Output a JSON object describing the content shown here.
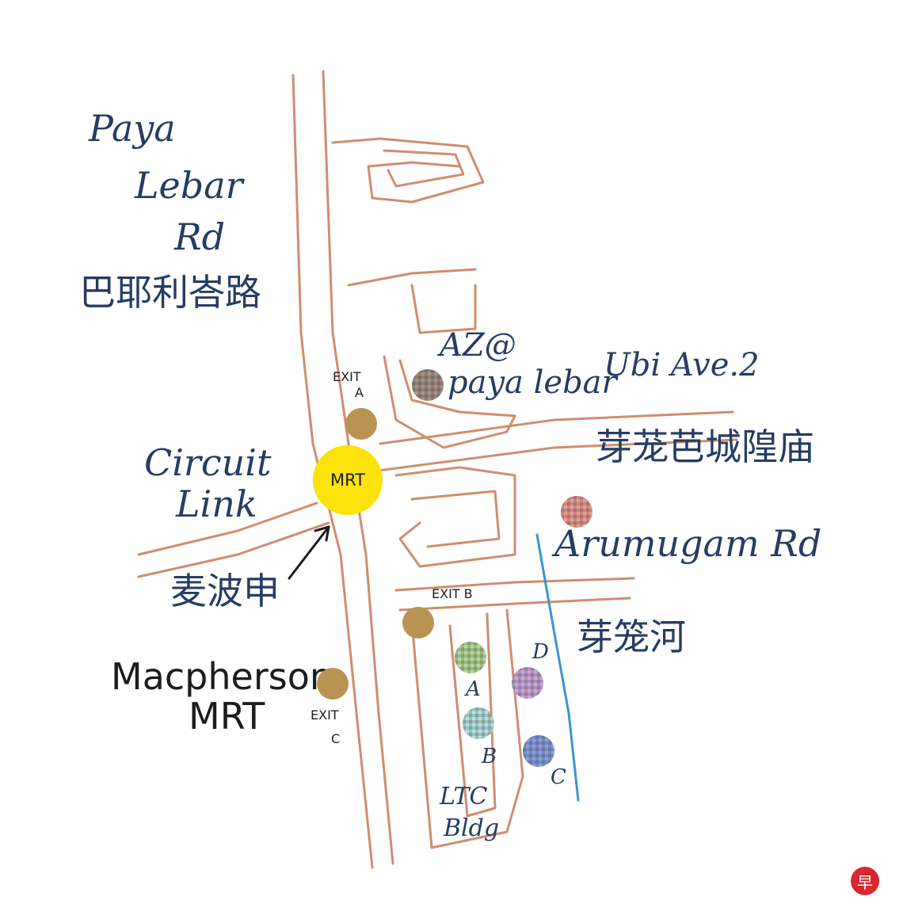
{
  "map": {
    "road_labels": {
      "paya_lebar_rd_en": [
        "Paya",
        "Lebar",
        "Rd"
      ],
      "paya_lebar_rd_cn": "巴耶利峇路",
      "ubi_ave": "Ubi Ave.2",
      "circuit_link": [
        "Circuit",
        "Link"
      ],
      "arumugam_rd": "Arumugam Rd"
    },
    "stations": {
      "mrt_label": "MRT",
      "macpherson_cn": "麦波申",
      "macpherson_en": [
        "Macpherson",
        "MRT"
      ]
    },
    "exits": {
      "exit_a": [
        "EXIT",
        "A"
      ],
      "exit_b": "EXIT B",
      "exit_c": [
        "EXIT",
        "C"
      ]
    },
    "places": {
      "az_paya_lebar": [
        "AZ@",
        "paya lebar"
      ],
      "temple_cn": "芽茏芭城隍庙",
      "river_cn": "芽笼河",
      "ltc_bldg": [
        "LTC",
        "Bldg"
      ],
      "blocks": [
        "A",
        "B",
        "C",
        "D"
      ]
    },
    "logo_text": "早",
    "colors": {
      "road": "#c77a56",
      "river": "#3d94cc",
      "text": "#263c63",
      "mrt": "#fbe30b",
      "exit": "#b89352",
      "az_poi": "#7a5a48",
      "temple_poi": "#e0685c",
      "block_a": "#8fc463",
      "block_b": "#8dcfcf",
      "block_c": "#4a6fd0",
      "block_d": "#b07bc4",
      "logo": "#d9272e"
    }
  }
}
